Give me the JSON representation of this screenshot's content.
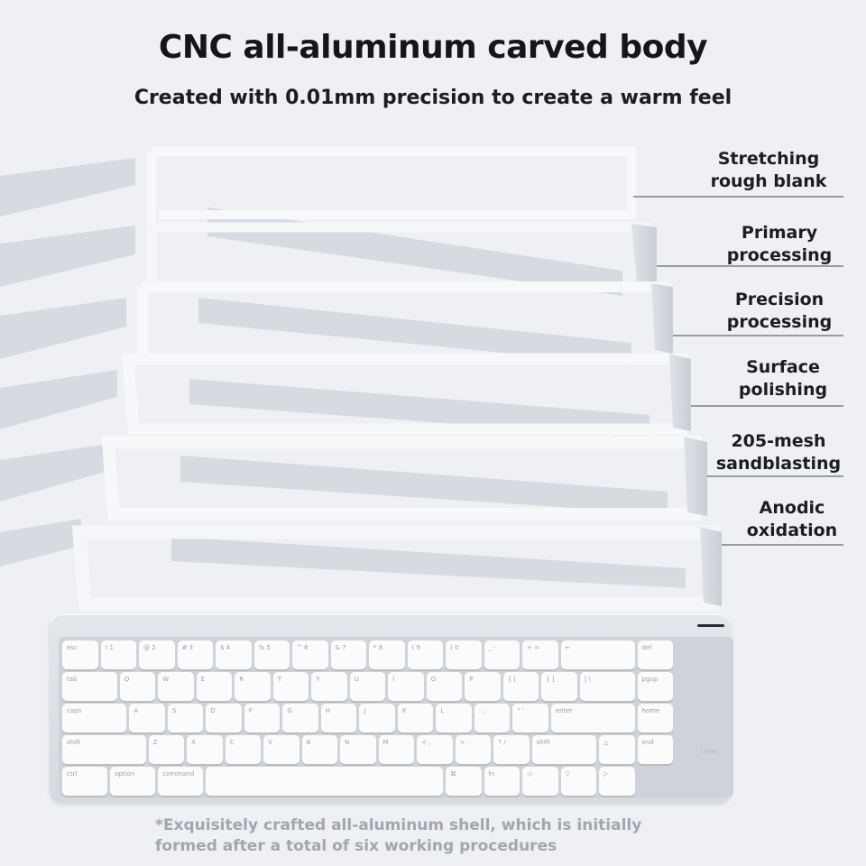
{
  "title": "CNC all-aluminum carved body",
  "subtitle": "Created with 0.01mm precision to create a warm feel",
  "stages": [
    {
      "line1": "Stretching",
      "line2": "rough blank"
    },
    {
      "line1": "Primary",
      "line2": "processing"
    },
    {
      "line1": "Precision",
      "line2": "processing"
    },
    {
      "line1": "Surface",
      "line2": "polishing"
    },
    {
      "line1": "205-mesh",
      "line2": "sandblasting"
    },
    {
      "line1": "Anodic",
      "line2": "oxidation"
    }
  ],
  "footnote": {
    "line1": "*Exquisitely crafted all-aluminum shell, which is initially",
    "line2": "formed after a total of six working procedures"
  },
  "keyboard": {
    "rows": [
      [
        "esc",
        "! 1",
        "@ 2",
        "# 3",
        "$ 4",
        "% 5",
        "^ 6",
        "& 7",
        "* 8",
        "( 9",
        ") 0",
        "_ -",
        "+ =",
        "←",
        "del"
      ],
      [
        "tab",
        "Q",
        "W",
        "E",
        "R",
        "T",
        "Y",
        "U",
        "I",
        "O",
        "P",
        "{ [",
        "} ]",
        "| \\",
        "pgup"
      ],
      [
        "caps",
        "A",
        "S",
        "D",
        "F",
        "G",
        "H",
        "J",
        "K",
        "L",
        ": ;",
        "\" '",
        "enter",
        "home"
      ],
      [
        "shift",
        "Z",
        "X",
        "C",
        "V",
        "B",
        "N",
        "M",
        "< ,",
        "> .",
        "? /",
        "shift",
        "△",
        "end"
      ],
      [
        "ctrl",
        "option",
        "command",
        "",
        "⌘",
        "fn",
        "◁",
        "▽",
        "▷"
      ]
    ],
    "badge": "Lofree"
  },
  "colors": {
    "background": "#eef0f4",
    "text": "#1d1d20",
    "footnote": "#a3a6ad",
    "leader_line": "#7c7f86",
    "frame": "#f7f8fa",
    "key": "#fbfbfc"
  }
}
